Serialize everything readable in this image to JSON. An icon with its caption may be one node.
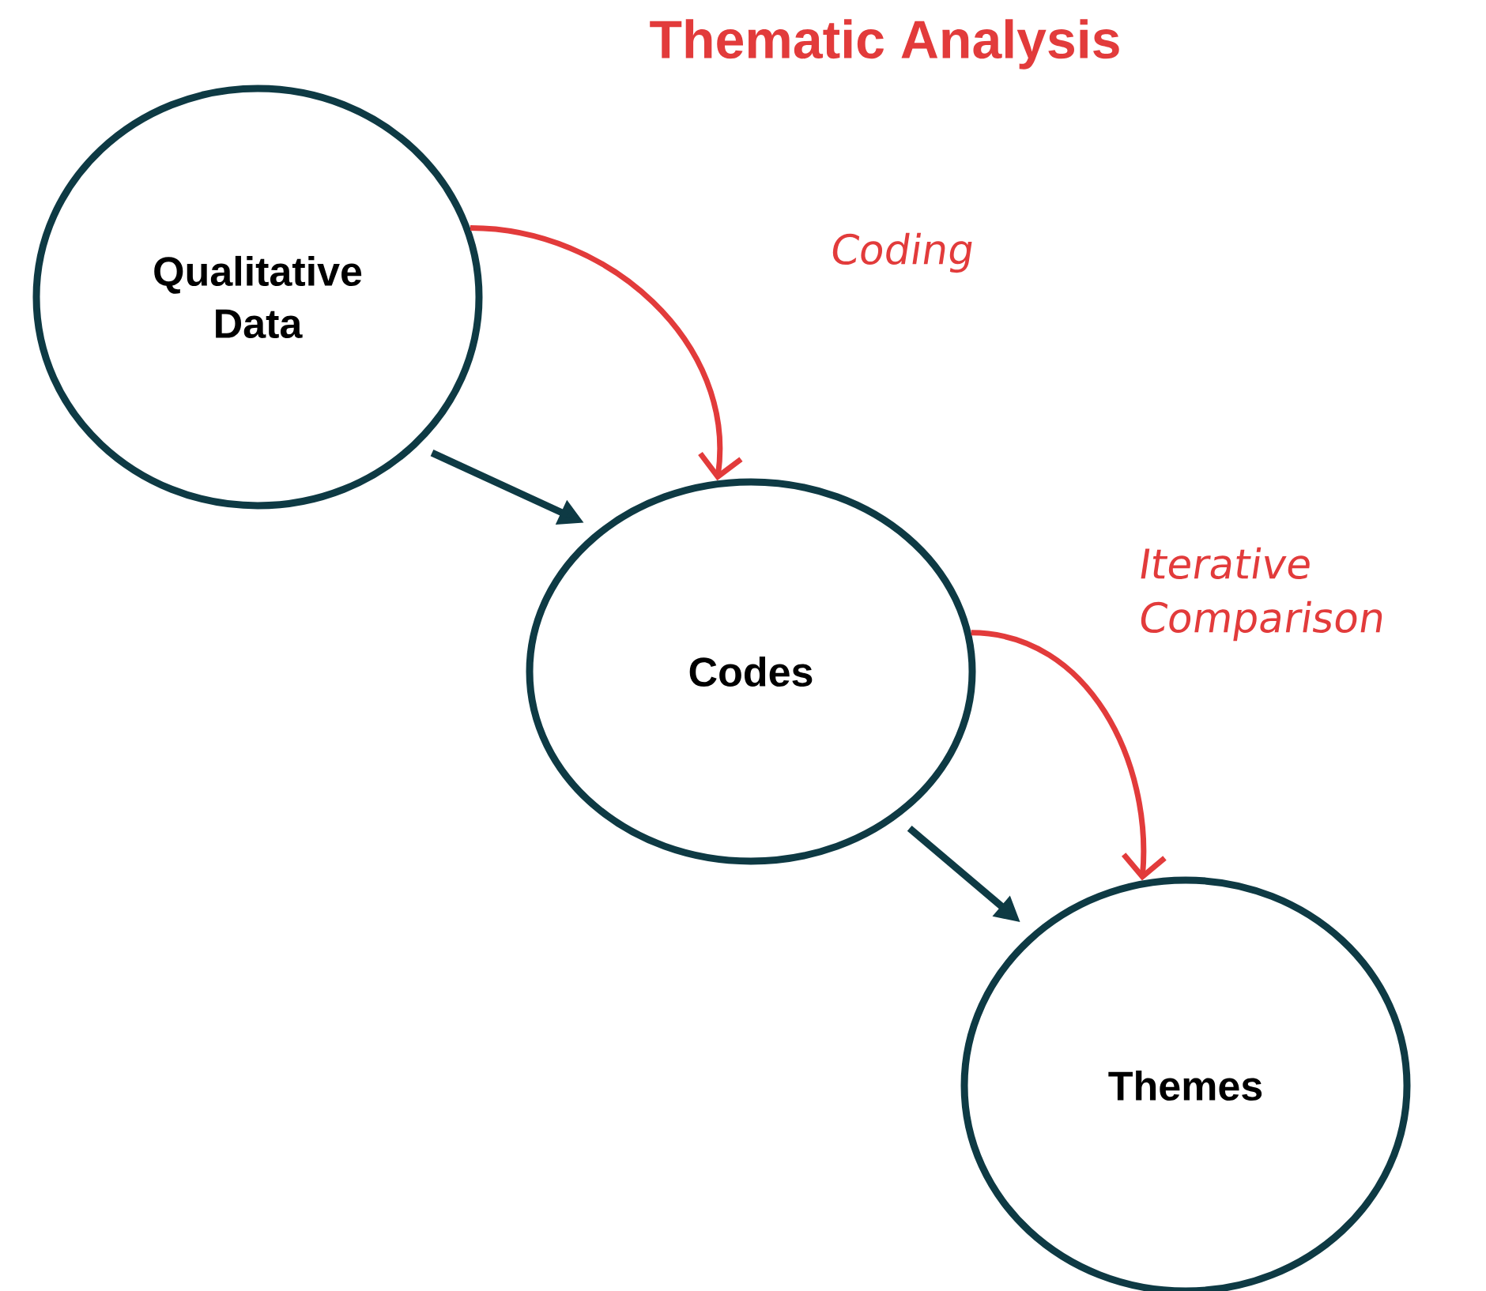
{
  "diagram": {
    "title": "Thematic Analysis",
    "nodes": [
      {
        "text": [
          "Qualitative Data"
        ]
      },
      {
        "text": [
          "Codes"
        ]
      },
      {
        "text": [
          "Themes"
        ]
      }
    ],
    "edges": [
      {
        "from": 0,
        "to": 1,
        "arrow": "to",
        "color": "#0e3a44"
      },
      {
        "from": 0,
        "to": 1,
        "arrow": "to",
        "label": "Coding",
        "color": "#e23b3b"
      },
      {
        "from": 1,
        "to": 2,
        "arrow": "to",
        "color": "#0e3a44"
      },
      {
        "from": 1,
        "to": 2,
        "arrow": "to",
        "label": "Iterative Comparison",
        "color": "#e23b3b"
      }
    ]
  }
}
